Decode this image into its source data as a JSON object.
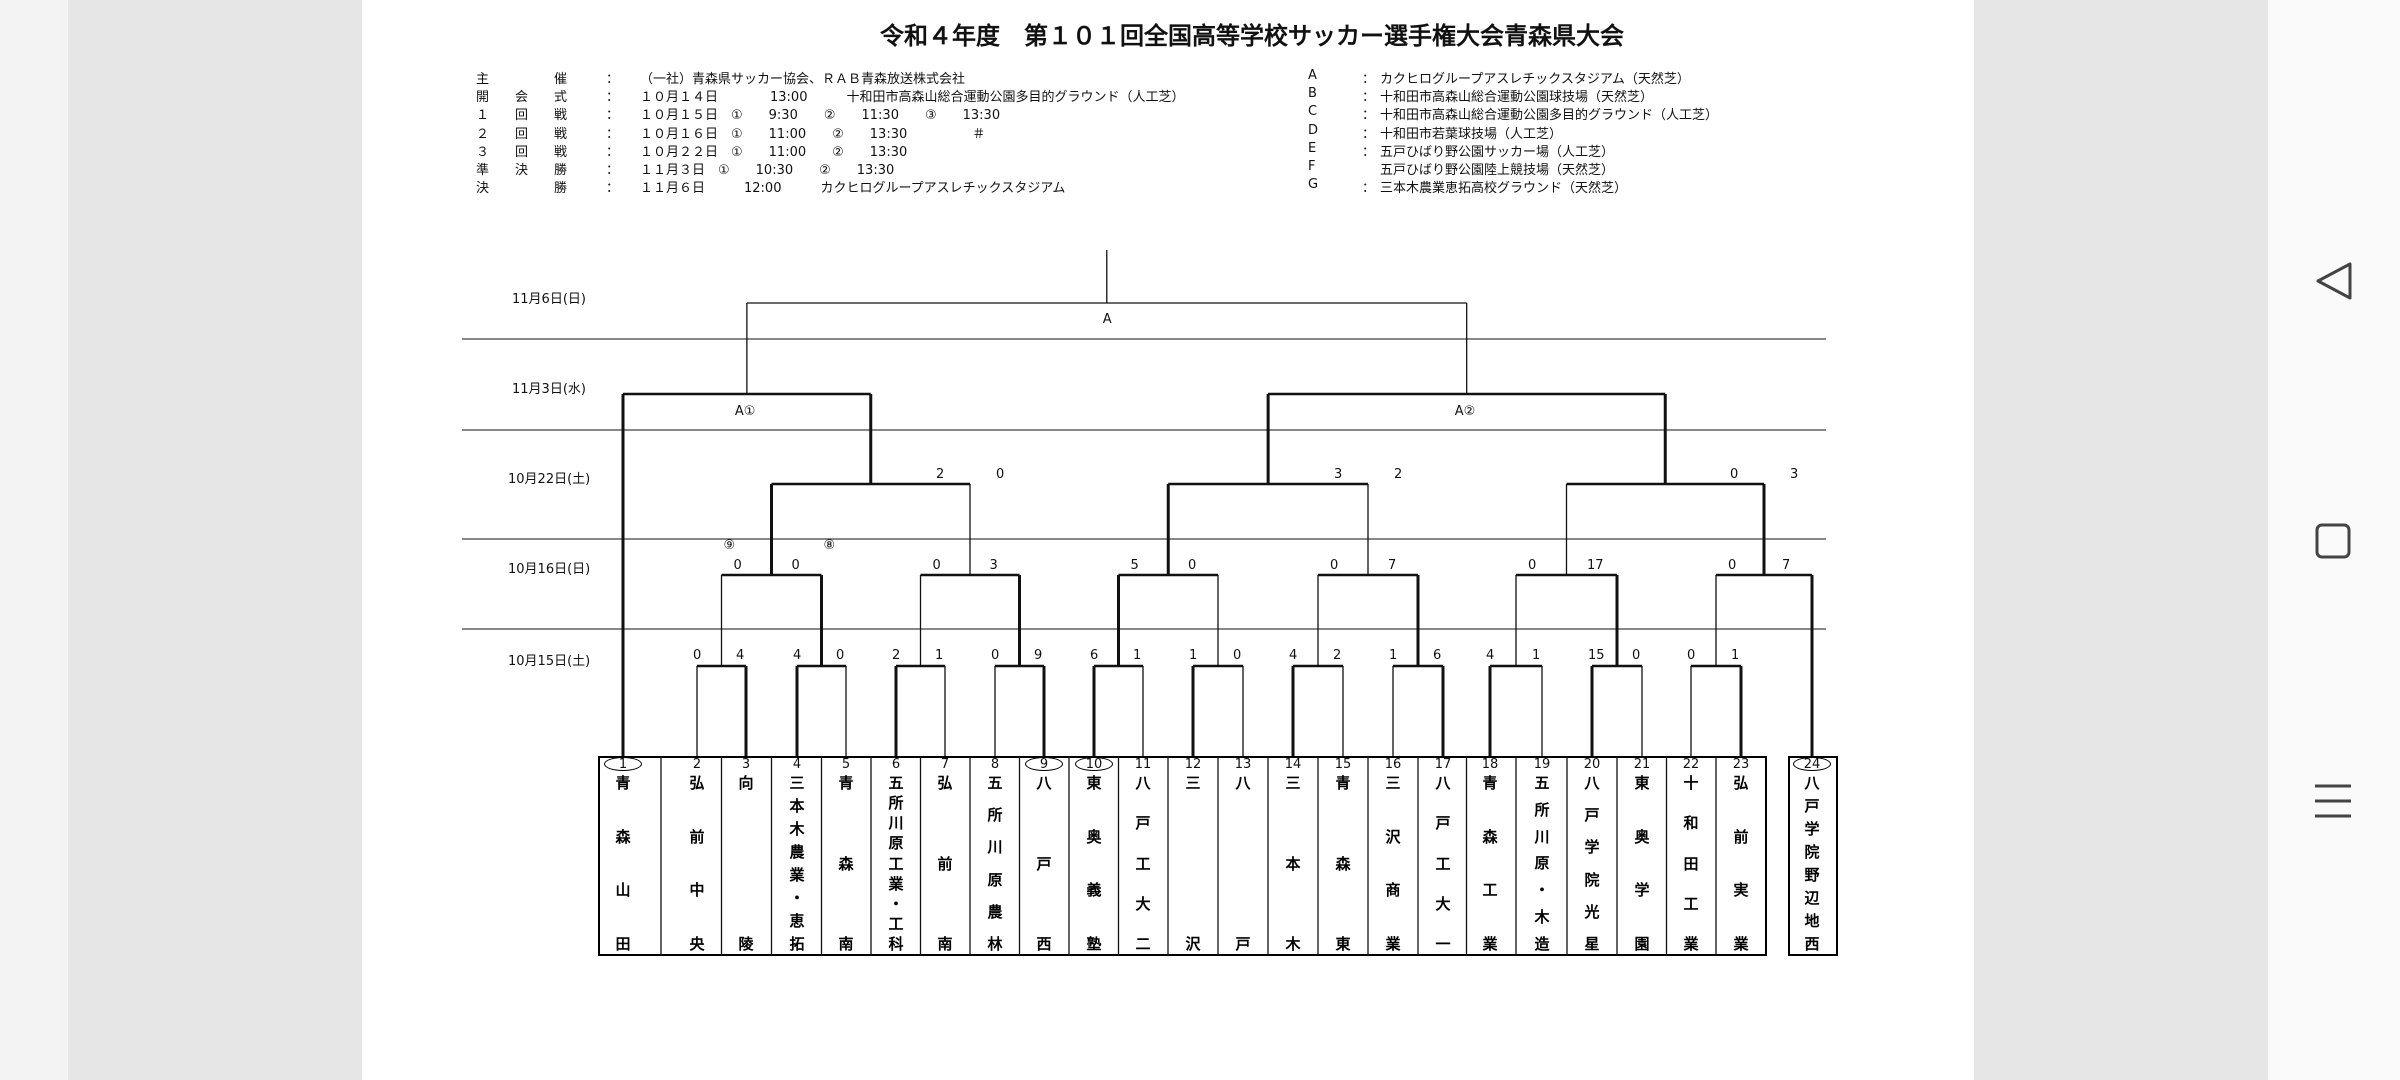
{
  "document": {
    "title": "令和４年度　第１０１回全国高等学校サッカー選手権大会青森県大会",
    "info_left": [
      {
        "label": "主　　　　　催",
        "colon": "：",
        "value": "（一社）青森県サッカー協会、ＲＡＢ青森放送株式会社"
      },
      {
        "label": "開　　会　　式",
        "colon": "：",
        "value": "１０月１４日　　　　13:00　　　十和田市高森山総合運動公園多目的グラウンド（人工芝）"
      },
      {
        "label": "１　　回　　戦",
        "colon": "：",
        "value": "１０月１５日　①　　9:30　　②　　11:30　　③　　13:30"
      },
      {
        "label": "２　　回　　戦",
        "colon": "：",
        "value": "１０月１６日　①　　11:00　　②　　13:30　　　　　＃"
      },
      {
        "label": "３　　回　　戦",
        "colon": "：",
        "value": "１０月２２日　①　　11:00　　②　　13:30"
      },
      {
        "label": "準　　決　　勝",
        "colon": "：",
        "value": "１１月３日　①　　10:30　　②　　13:30"
      },
      {
        "label": "決　　　　　勝",
        "colon": "：",
        "value": "１１月６日　　　12:00　　　カクヒログループアスレチックスタジアム"
      }
    ],
    "venues": [
      {
        "code": "A",
        "colon": "：",
        "name": "カクヒログループアスレチックスタジアム（天然芝）"
      },
      {
        "code": "B",
        "colon": "：",
        "name": "十和田市高森山総合運動公園球技場（天然芝）"
      },
      {
        "code": "C",
        "colon": "：",
        "name": "十和田市高森山総合運動公園多目的グラウンド（人工芝）"
      },
      {
        "code": "D",
        "colon": "：",
        "name": "十和田市若葉球技場（人工芝）"
      },
      {
        "code": "E",
        "colon": "：",
        "name": "五戸ひばり野公園サッカー場（人工芝）"
      },
      {
        "code": "F",
        "colon": "",
        "name": "五戸ひばり野公園陸上競技場（天然芝）"
      },
      {
        "code": "G",
        "colon": "：",
        "name": "三本木農業恵拓高校グラウンド（天然芝）"
      }
    ],
    "round_dates": [
      {
        "label": "11月6日(日)"
      },
      {
        "label": "11月3日(水)"
      },
      {
        "label": "10月22日(土)"
      },
      {
        "label": "10月16日(日)"
      },
      {
        "label": "10月15日(土)"
      }
    ],
    "match_labels": [
      {
        "text": "A"
      },
      {
        "text": "A①"
      },
      {
        "text": "A②"
      },
      {
        "text": "⑨"
      },
      {
        "text": "⑧"
      }
    ],
    "scores_r1": [
      "0",
      "4",
      "4",
      "0",
      "2",
      "1",
      "0",
      "9",
      "6",
      "1",
      "1",
      "0",
      "4",
      "2",
      "1",
      "6",
      "4",
      "1",
      "15",
      "0",
      "0",
      "1"
    ],
    "scores_r2": [
      "0",
      "0",
      "0",
      "3",
      "5",
      "0",
      "0",
      "7",
      "0",
      "17",
      "0",
      "7"
    ],
    "scores_r3": [
      "2",
      "0",
      "3",
      "2",
      "0",
      "3"
    ],
    "teams": [
      {
        "num": "1",
        "chars": [
          "青",
          "森",
          "山",
          "田"
        ],
        "seed": true
      },
      {
        "num": "2",
        "chars": [
          "弘",
          "前",
          "中",
          "央"
        ]
      },
      {
        "num": "3",
        "chars": [
          "向",
          "",
          "",
          "陵"
        ]
      },
      {
        "num": "4",
        "chars": [
          "三",
          "本",
          "木",
          "農",
          "業",
          "・",
          "恵",
          "拓"
        ]
      },
      {
        "num": "5",
        "chars": [
          "青",
          "",
          "森",
          "",
          "南"
        ]
      },
      {
        "num": "6",
        "chars": [
          "五",
          "所",
          "川",
          "原",
          "工",
          "業",
          "・",
          "工",
          "科"
        ]
      },
      {
        "num": "7",
        "chars": [
          "弘",
          "",
          "前",
          "",
          "南"
        ]
      },
      {
        "num": "8",
        "chars": [
          "五",
          "所",
          "川",
          "原",
          "農",
          "林"
        ]
      },
      {
        "num": "9",
        "chars": [
          "八",
          "",
          "戸",
          "",
          "西"
        ],
        "seed": true
      },
      {
        "num": "10",
        "chars": [
          "東",
          "奥",
          "義",
          "塾"
        ],
        "seed": true
      },
      {
        "num": "11",
        "chars": [
          "八",
          "戸",
          "工",
          "大",
          "二"
        ]
      },
      {
        "num": "12",
        "chars": [
          "三",
          "",
          "",
          "沢"
        ]
      },
      {
        "num": "13",
        "chars": [
          "八",
          "",
          "",
          "戸"
        ]
      },
      {
        "num": "14",
        "chars": [
          "三",
          "",
          "本",
          "",
          "木"
        ]
      },
      {
        "num": "15",
        "chars": [
          "青",
          "",
          "森",
          "",
          "東"
        ]
      },
      {
        "num": "16",
        "chars": [
          "三",
          "沢",
          "商",
          "業"
        ]
      },
      {
        "num": "17",
        "chars": [
          "八",
          "戸",
          "工",
          "大",
          "一"
        ]
      },
      {
        "num": "18",
        "chars": [
          "青",
          "森",
          "工",
          "業"
        ]
      },
      {
        "num": "19",
        "chars": [
          "五",
          "所",
          "川",
          "原",
          "・",
          "木",
          "造"
        ]
      },
      {
        "num": "20",
        "chars": [
          "八",
          "戸",
          "学",
          "院",
          "光",
          "星"
        ]
      },
      {
        "num": "21",
        "chars": [
          "東",
          "奥",
          "学",
          "園"
        ]
      },
      {
        "num": "22",
        "chars": [
          "十",
          "和",
          "田",
          "工",
          "業"
        ]
      },
      {
        "num": "23",
        "chars": [
          "弘",
          "前",
          "実",
          "業"
        ]
      },
      {
        "num": "24",
        "chars": [
          "八",
          "戸",
          "学",
          "院",
          "野",
          "辺",
          "地",
          "西"
        ],
        "seed": true
      }
    ]
  },
  "navigation": {
    "back": "back-icon",
    "home": "home-icon",
    "menu": "menu-icon"
  },
  "colors": {
    "ink": "#111111",
    "viewer_bg": "#e6e6e6",
    "paper": "#ffffff"
  }
}
